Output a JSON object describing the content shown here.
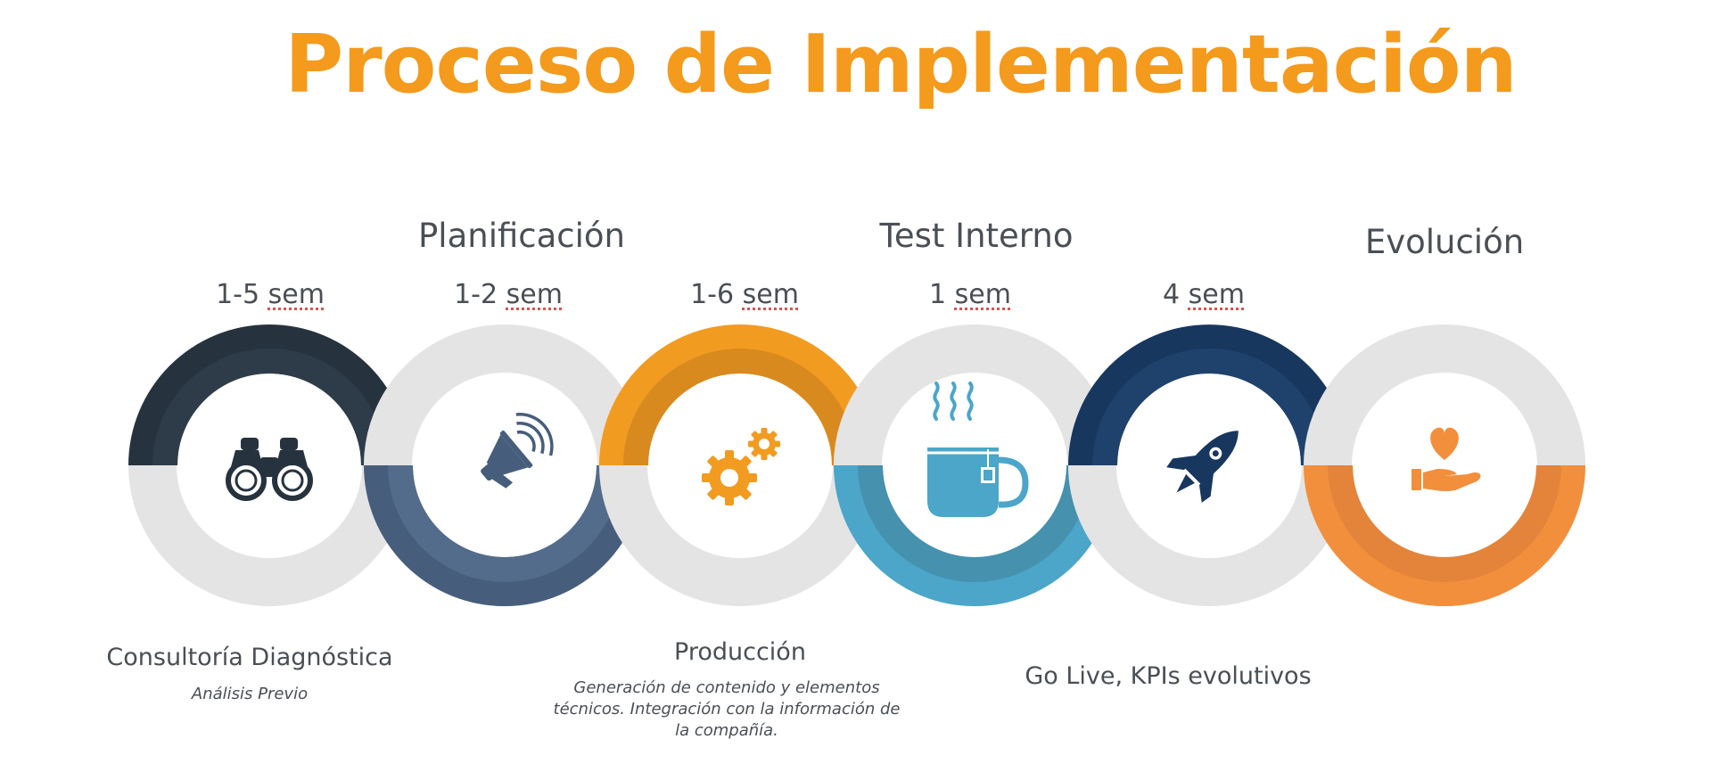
{
  "title": "Proceso de Implementación",
  "phases_top": [
    "Planificación",
    "Test Interno",
    "Evolución"
  ],
  "durations": [
    {
      "num": "1-5",
      "unit": "sem"
    },
    {
      "num": "1-2",
      "unit": "sem"
    },
    {
      "num": "1-6",
      "unit": "sem"
    },
    {
      "num": "1",
      "unit": "sem"
    },
    {
      "num": "4",
      "unit": "sem"
    }
  ],
  "phases_bottom": [
    {
      "name": "Consultoría Diagnóstica",
      "description": "Análisis Previo"
    },
    {
      "name": "Producción",
      "description": "Generación de contenido y elementos técnicos. Integración con la información de la compañía."
    },
    {
      "name": "Go Live, KPIs evolutivos",
      "description": ""
    }
  ],
  "steps": [
    {
      "icon": "binoculars-icon",
      "color": "#26333F",
      "inner": "#2E3C4A",
      "half": "top"
    },
    {
      "icon": "megaphone-icon",
      "color": "#465E7C",
      "inner": "#536C8B",
      "half": "bottom"
    },
    {
      "icon": "gears-icon",
      "color": "#F29B21",
      "inner": "#D98A1E",
      "half": "top"
    },
    {
      "icon": "tea-cup-icon",
      "color": "#4BA6C9",
      "inner": "#4591AE",
      "half": "bottom"
    },
    {
      "icon": "rocket-icon",
      "color": "#17375F",
      "inner": "#1F426D",
      "half": "top"
    },
    {
      "icon": "heart-hand-icon",
      "color": "#F28F3C",
      "inner": "#E3843A",
      "half": "bottom"
    }
  ],
  "colors": {
    "title": "#F49A1C",
    "ring_gray": "#E4E4E4",
    "text": "#4a4f55"
  }
}
